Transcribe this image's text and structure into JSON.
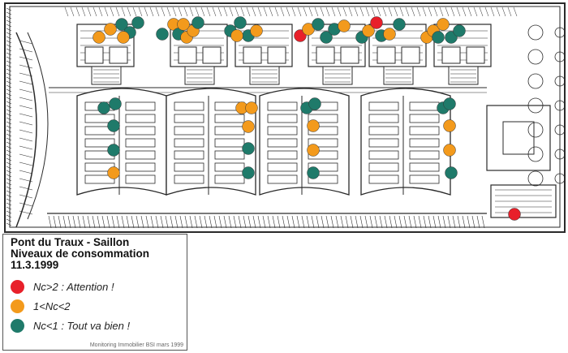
{
  "legend": {
    "title_line1": "Pont du Traux - Saillon",
    "title_line2": "Niveaux de consommation",
    "date": "11.3.1999",
    "items": [
      {
        "label": "Nc>2 : Attention !",
        "color": "#e8202a"
      },
      {
        "label": "1<Nc<2",
        "color": "#f39a1c"
      },
      {
        "label": "Nc<1 : Tout va bien !",
        "color": "#1f7a6a"
      }
    ],
    "credit": "Monitoring Immobilier BSI mars 1999"
  },
  "colors": {
    "red": "#e8202a",
    "orange": "#f39a1c",
    "green": "#1f7a6a",
    "ink": "#2a2a2a"
  },
  "marker_summary": {
    "red_count": 3,
    "orange_count": 28,
    "green_count": 29
  }
}
